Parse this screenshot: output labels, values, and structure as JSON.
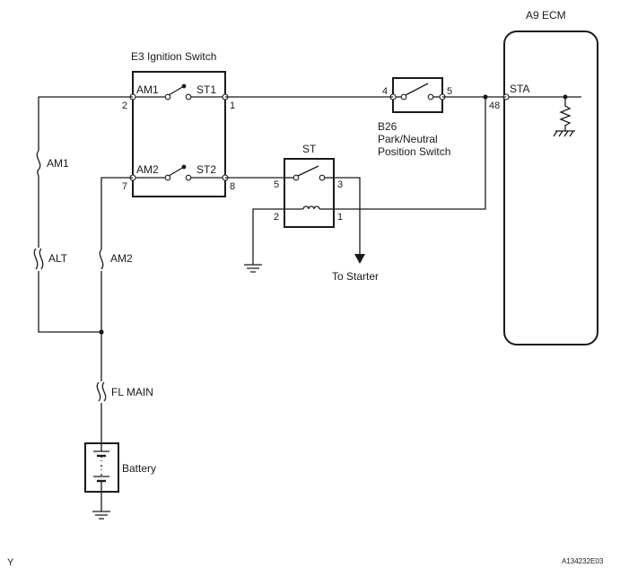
{
  "ecm": {
    "name": "A9 ECM",
    "terminal_name": "STA",
    "terminal_pin": "48"
  },
  "ignition_switch": {
    "name": "E3 Ignition Switch",
    "am1": "AM1",
    "st1": "ST1",
    "am2": "AM2",
    "st2": "ST2",
    "pin_am1": "2",
    "pin_st1": "1",
    "pin_am2": "7",
    "pin_st2": "8"
  },
  "park_neutral_switch": {
    "code": "B26",
    "line1": "Park/Neutral",
    "line2": "Position Switch",
    "pin_in": "4",
    "pin_out": "5"
  },
  "st_relay": {
    "name": "ST",
    "pin5": "5",
    "pin3": "3",
    "pin2": "2",
    "pin1": "1"
  },
  "fuses": {
    "am1": "AM1",
    "alt": "ALT",
    "am2": "AM2",
    "fl_main": "FL MAIN"
  },
  "to_starter": "To Starter",
  "battery": "Battery",
  "corner_left": "Y",
  "corner_right": "A134232E03"
}
